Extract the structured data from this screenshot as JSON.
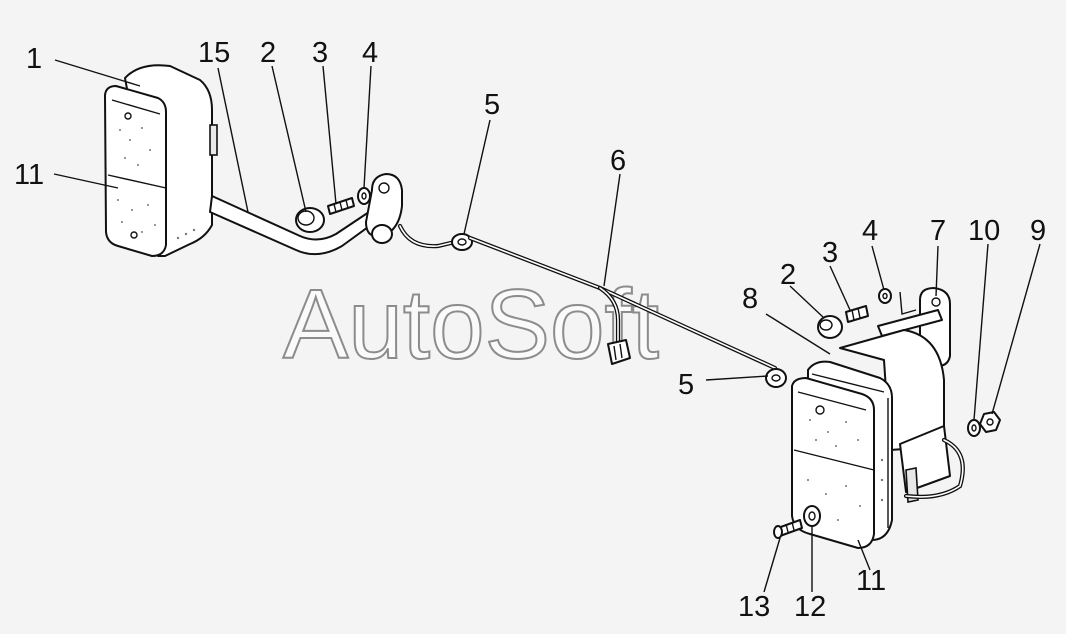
{
  "watermark": "AutoSoft",
  "callouts": [
    {
      "id": "c1",
      "text": "1"
    },
    {
      "id": "c15",
      "text": "15"
    },
    {
      "id": "c2a",
      "text": "2"
    },
    {
      "id": "c3a",
      "text": "3"
    },
    {
      "id": "c4a",
      "text": "4"
    },
    {
      "id": "c11a",
      "text": "11"
    },
    {
      "id": "c5a",
      "text": "5"
    },
    {
      "id": "c6",
      "text": "6"
    },
    {
      "id": "c4b",
      "text": "4"
    },
    {
      "id": "c7",
      "text": "7"
    },
    {
      "id": "c10",
      "text": "10"
    },
    {
      "id": "c9",
      "text": "9"
    },
    {
      "id": "c3b",
      "text": "3"
    },
    {
      "id": "c2b",
      "text": "2"
    },
    {
      "id": "c8",
      "text": "8"
    },
    {
      "id": "c5b",
      "text": "5"
    },
    {
      "id": "c13",
      "text": "13"
    },
    {
      "id": "c12",
      "text": "12"
    },
    {
      "id": "c11b",
      "text": "11"
    }
  ]
}
